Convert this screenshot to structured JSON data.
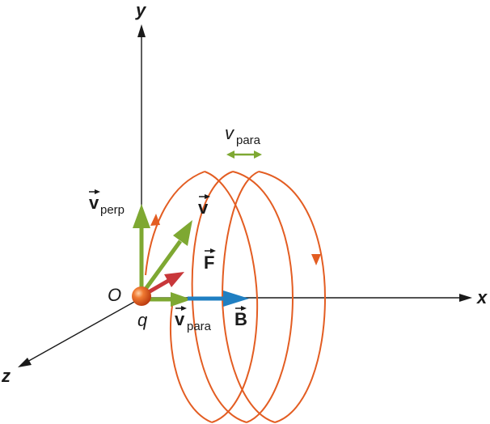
{
  "labels": {
    "y_axis": "y",
    "x_axis": "x",
    "z_axis": "z",
    "origin": "O",
    "charge": "q",
    "v_perp_main": "v",
    "v_perp_sub": "perp",
    "v_main": "v",
    "f_main": "F",
    "v_para_main": "v",
    "v_para_sub": "para",
    "b_main": "B",
    "top_v": "v",
    "top_sub": "para"
  },
  "colors": {
    "axis": "#1a1a1a",
    "helix": "#e35d22",
    "velocity": "#7ea832",
    "force": "#c8373a",
    "field": "#1f7fc2",
    "charge": "#e8541e"
  }
}
